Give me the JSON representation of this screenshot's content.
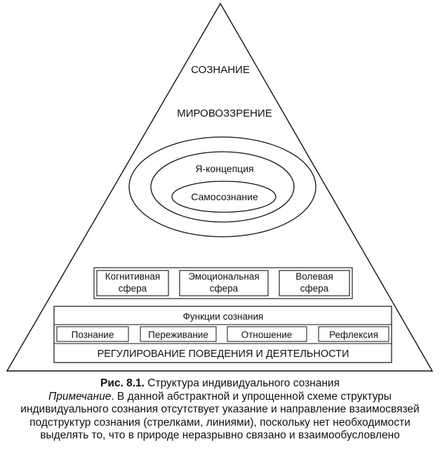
{
  "pyramid": {
    "top_label": "СОЗНАНИЕ",
    "second_label": "МИРОВОЗЗРЕНИЕ"
  },
  "ellipses": {
    "outer_label": "Я-концепция",
    "inner_label": "Самосознание"
  },
  "spheres": [
    {
      "line1": "Когнитивная",
      "line2": "сфера"
    },
    {
      "line1": "Эмоциональная",
      "line2": "сфера"
    },
    {
      "line1": "Волевая",
      "line2": "сфера"
    }
  ],
  "functions": {
    "title": "Функции сознания",
    "items": [
      "Познание",
      "Переживание",
      "Отношение",
      "Рефлексия"
    ],
    "base": "РЕГУЛИРОВАНИЕ ПОВЕДЕНИЯ И ДЕЯТЕЛЬНОСТИ"
  },
  "caption": {
    "figure_label": "Рис. 8.1.",
    "figure_title": " Структура индивидуального сознания",
    "note_label": "Примечание",
    "note_text": ". В данной абстрактной и упрощенной схеме структуры индивидуального сознания отсутствует указание и направление взаимосвязей подструктур сознания (стрелками, линиями), поскольку нет необходимости выделять то, что в природе неразрывно связано и взаимообусловлено"
  }
}
